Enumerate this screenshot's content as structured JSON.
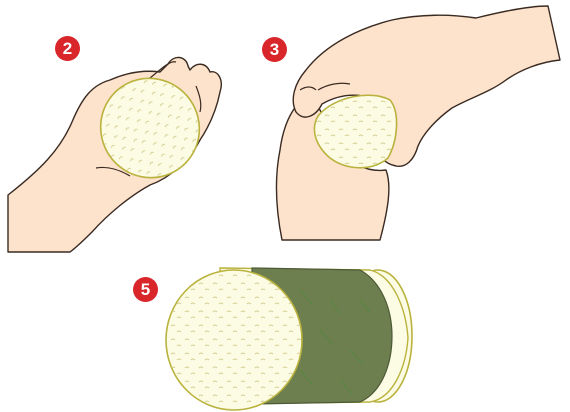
{
  "steps": [
    {
      "number": "2",
      "description_icon": "hand-holding-rice-ball"
    },
    {
      "number": "3",
      "description_icon": "hands-shaping-rice-ball"
    },
    {
      "number": "5",
      "description_icon": "rice-ball-wrapped-in-nori"
    }
  ],
  "colors": {
    "badge": "#d8262b",
    "skin": "#fde2cc",
    "skin_outline": "#3a2b22",
    "rice": "#fcfbe4",
    "rice_outline": "#b9b23c",
    "nori": "#6e7f4f",
    "nori_stripe": "#4f8a3e"
  }
}
